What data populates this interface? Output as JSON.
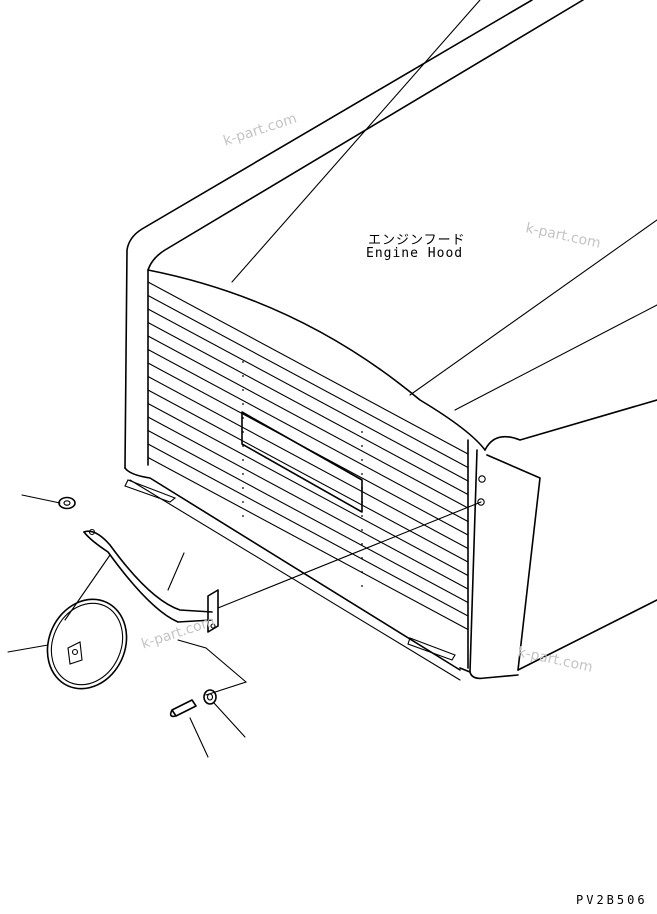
{
  "labels": {
    "part_name_jp": "エンジンフード",
    "part_name_en": "Engine Hood"
  },
  "watermark": "k-part.com",
  "drawing_code": "PV2B506"
}
